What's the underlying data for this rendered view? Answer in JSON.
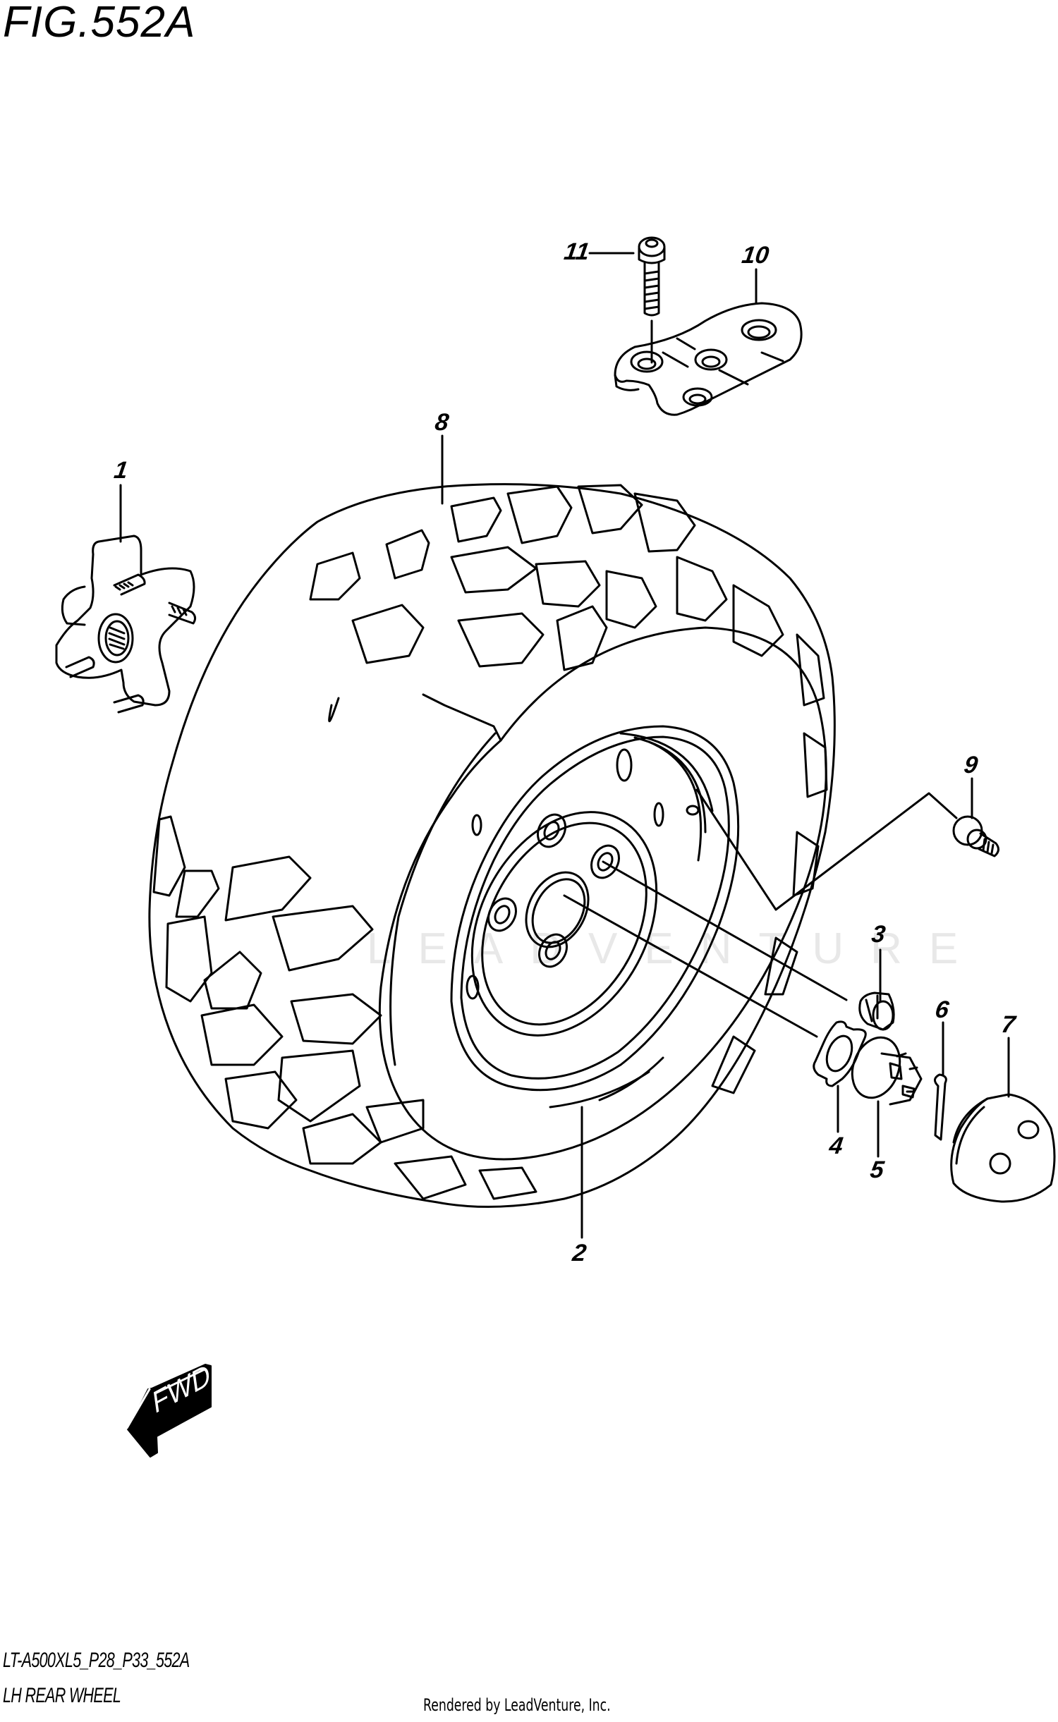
{
  "figure": {
    "title": "FIG.552A",
    "model_code": "LT-A500XL5_P28_P33_552A",
    "caption": "LH REAR WHEEL",
    "credit": "Rendered by LeadVenture, Inc.",
    "watermark": "LEADVENTURE",
    "direction_indicator": {
      "label": "FWD",
      "icon": "fwd-arrow-icon"
    }
  },
  "parts": [
    {
      "ref": "1",
      "name": "rear-wheel-hub"
    },
    {
      "ref": "2",
      "name": "rear-wheel-rim"
    },
    {
      "ref": "3",
      "name": "wheel-nut"
    },
    {
      "ref": "4",
      "name": "washer"
    },
    {
      "ref": "5",
      "name": "castle-nut"
    },
    {
      "ref": "6",
      "name": "cotter-pin"
    },
    {
      "ref": "7",
      "name": "hub-cap"
    },
    {
      "ref": "8",
      "name": "rear-tire"
    },
    {
      "ref": "9",
      "name": "tire-valve"
    },
    {
      "ref": "10",
      "name": "bracket"
    },
    {
      "ref": "11",
      "name": "bolt"
    }
  ],
  "colors": {
    "line": "#000000",
    "background": "#ffffff",
    "watermark": "#e8e8e8"
  }
}
